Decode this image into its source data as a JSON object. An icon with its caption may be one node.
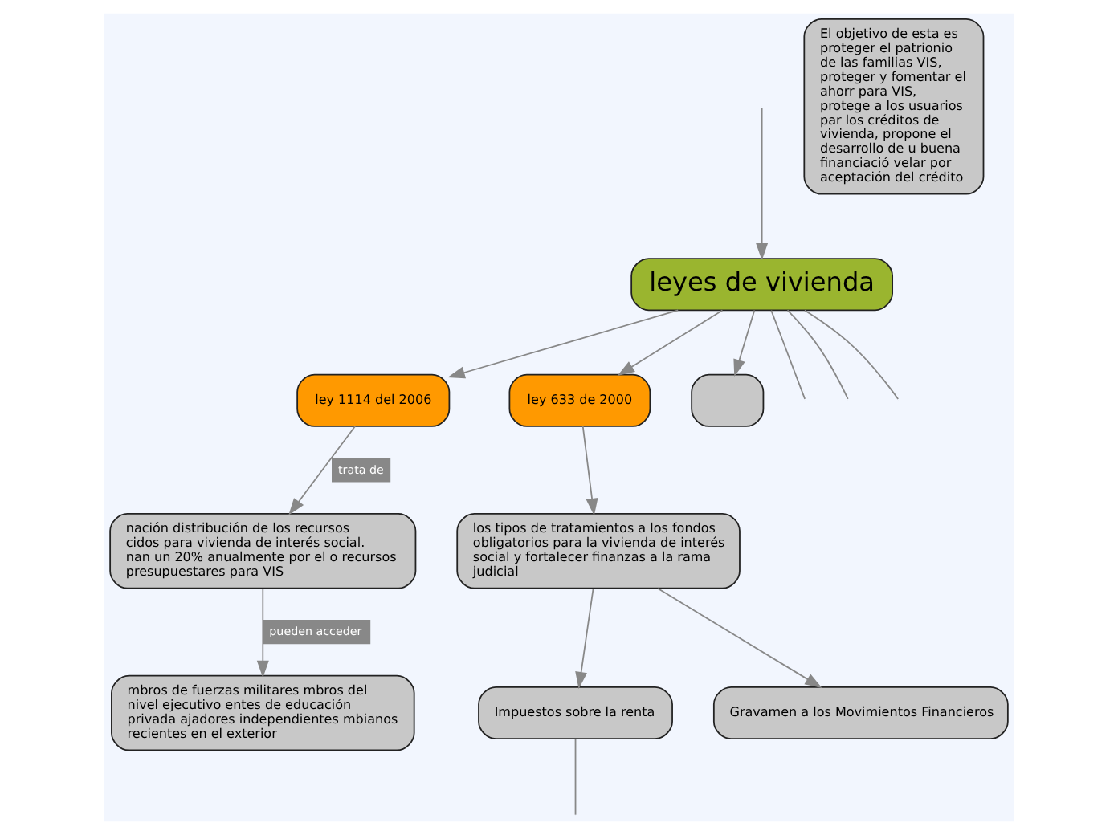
{
  "diagram": {
    "nodes": [
      {
        "text": [
          "leyes de vivienda"
        ]
      },
      {
        "text": [
          "ley 1114 del 2006"
        ]
      },
      {
        "text": [
          "nación distribución de los recursos cidos para vivienda de interés social. nan un 20% anualmente por el o recursos presupuestares para VIS"
        ]
      },
      {
        "text": [
          "mbros de fuerzas militares mbros del nivel ejecutivo entes de educación privada ajadores independientes mbianos recientes en el exterior"
        ]
      },
      {
        "text": [
          "ley 633 de 2000"
        ]
      },
      {
        "text": [
          "los tipos de tratamientos a los fondos obligatorios para la vivienda de interés social y fortalecer finanzas a la rama judicial"
        ]
      },
      {
        "text": [
          "Impuestos sobre la renta"
        ]
      },
      {
        "text": [
          "Gravamen a los Movimientos Financieros"
        ]
      },
      {
        "text": [
          "El objetivo de esta es proteger el patrionio de las familias VIS, proteger y fomentar el ahorr para VIS, protege a los usuarios par los créditos de vivienda, propone el desarrollo de u buena financiació velar por aceptación del crédito"
        ]
      },
      {
        "text": [],
        "shape": "box"
      }
    ],
    "edges": [
      {
        "from": null,
        "to": 0,
        "arrow": "to"
      },
      {
        "from": 0,
        "to": null,
        "arrow": "none"
      },
      {
        "from": 0,
        "to": null,
        "arrow": "none"
      },
      {
        "from": 0,
        "to": 1,
        "arrow": "to"
      },
      {
        "from": 0,
        "to": 4,
        "arrow": "to"
      },
      {
        "from": 0,
        "to": null,
        "arrow": "none"
      },
      {
        "from": 0,
        "to": 9,
        "arrow": "to"
      },
      {
        "from": 1,
        "to": 2,
        "arrow": "to",
        "label": "trata de"
      },
      {
        "from": 2,
        "to": 3,
        "arrow": "to",
        "label": "pueden acceder"
      },
      {
        "from": 4,
        "to": 5,
        "arrow": "to"
      },
      {
        "from": 5,
        "to": 6,
        "arrow": "to"
      },
      {
        "from": 5,
        "to": 7,
        "arrow": "to"
      },
      {
        "from": 6,
        "to": null,
        "arrow": "none"
      }
    ]
  }
}
